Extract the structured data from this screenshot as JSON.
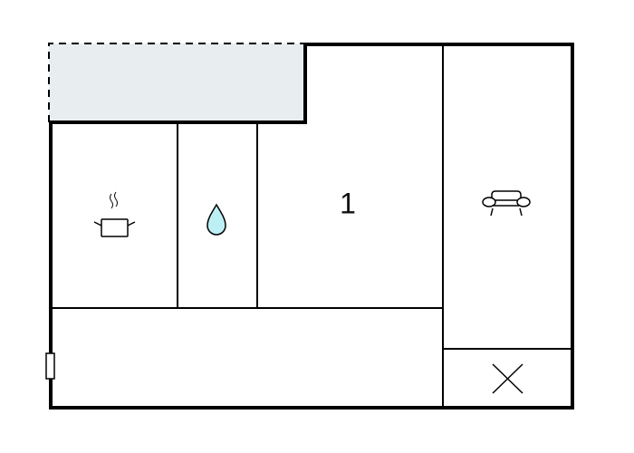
{
  "floorplan": {
    "colors": {
      "wall": "#000000",
      "terrace_fill": "#e8eeef",
      "water_drop_fill": "#bdf0f5",
      "background": "#ffffff"
    },
    "rooms": [
      {
        "id": "terrace",
        "label": "",
        "type": "terrace"
      },
      {
        "id": "kitchen",
        "label": "",
        "icon": "cooking-pot-icon"
      },
      {
        "id": "bathroom",
        "label": "",
        "icon": "water-drop-icon"
      },
      {
        "id": "bedroom",
        "label": "1"
      },
      {
        "id": "living-room",
        "label": "",
        "icon": "sofa-icon"
      },
      {
        "id": "hallway",
        "label": ""
      },
      {
        "id": "storage",
        "label": "",
        "icon": "cross-icon"
      }
    ],
    "bedroom_number": "1",
    "door": {
      "position": "left-wall",
      "icon": "entrance-door-icon"
    }
  }
}
